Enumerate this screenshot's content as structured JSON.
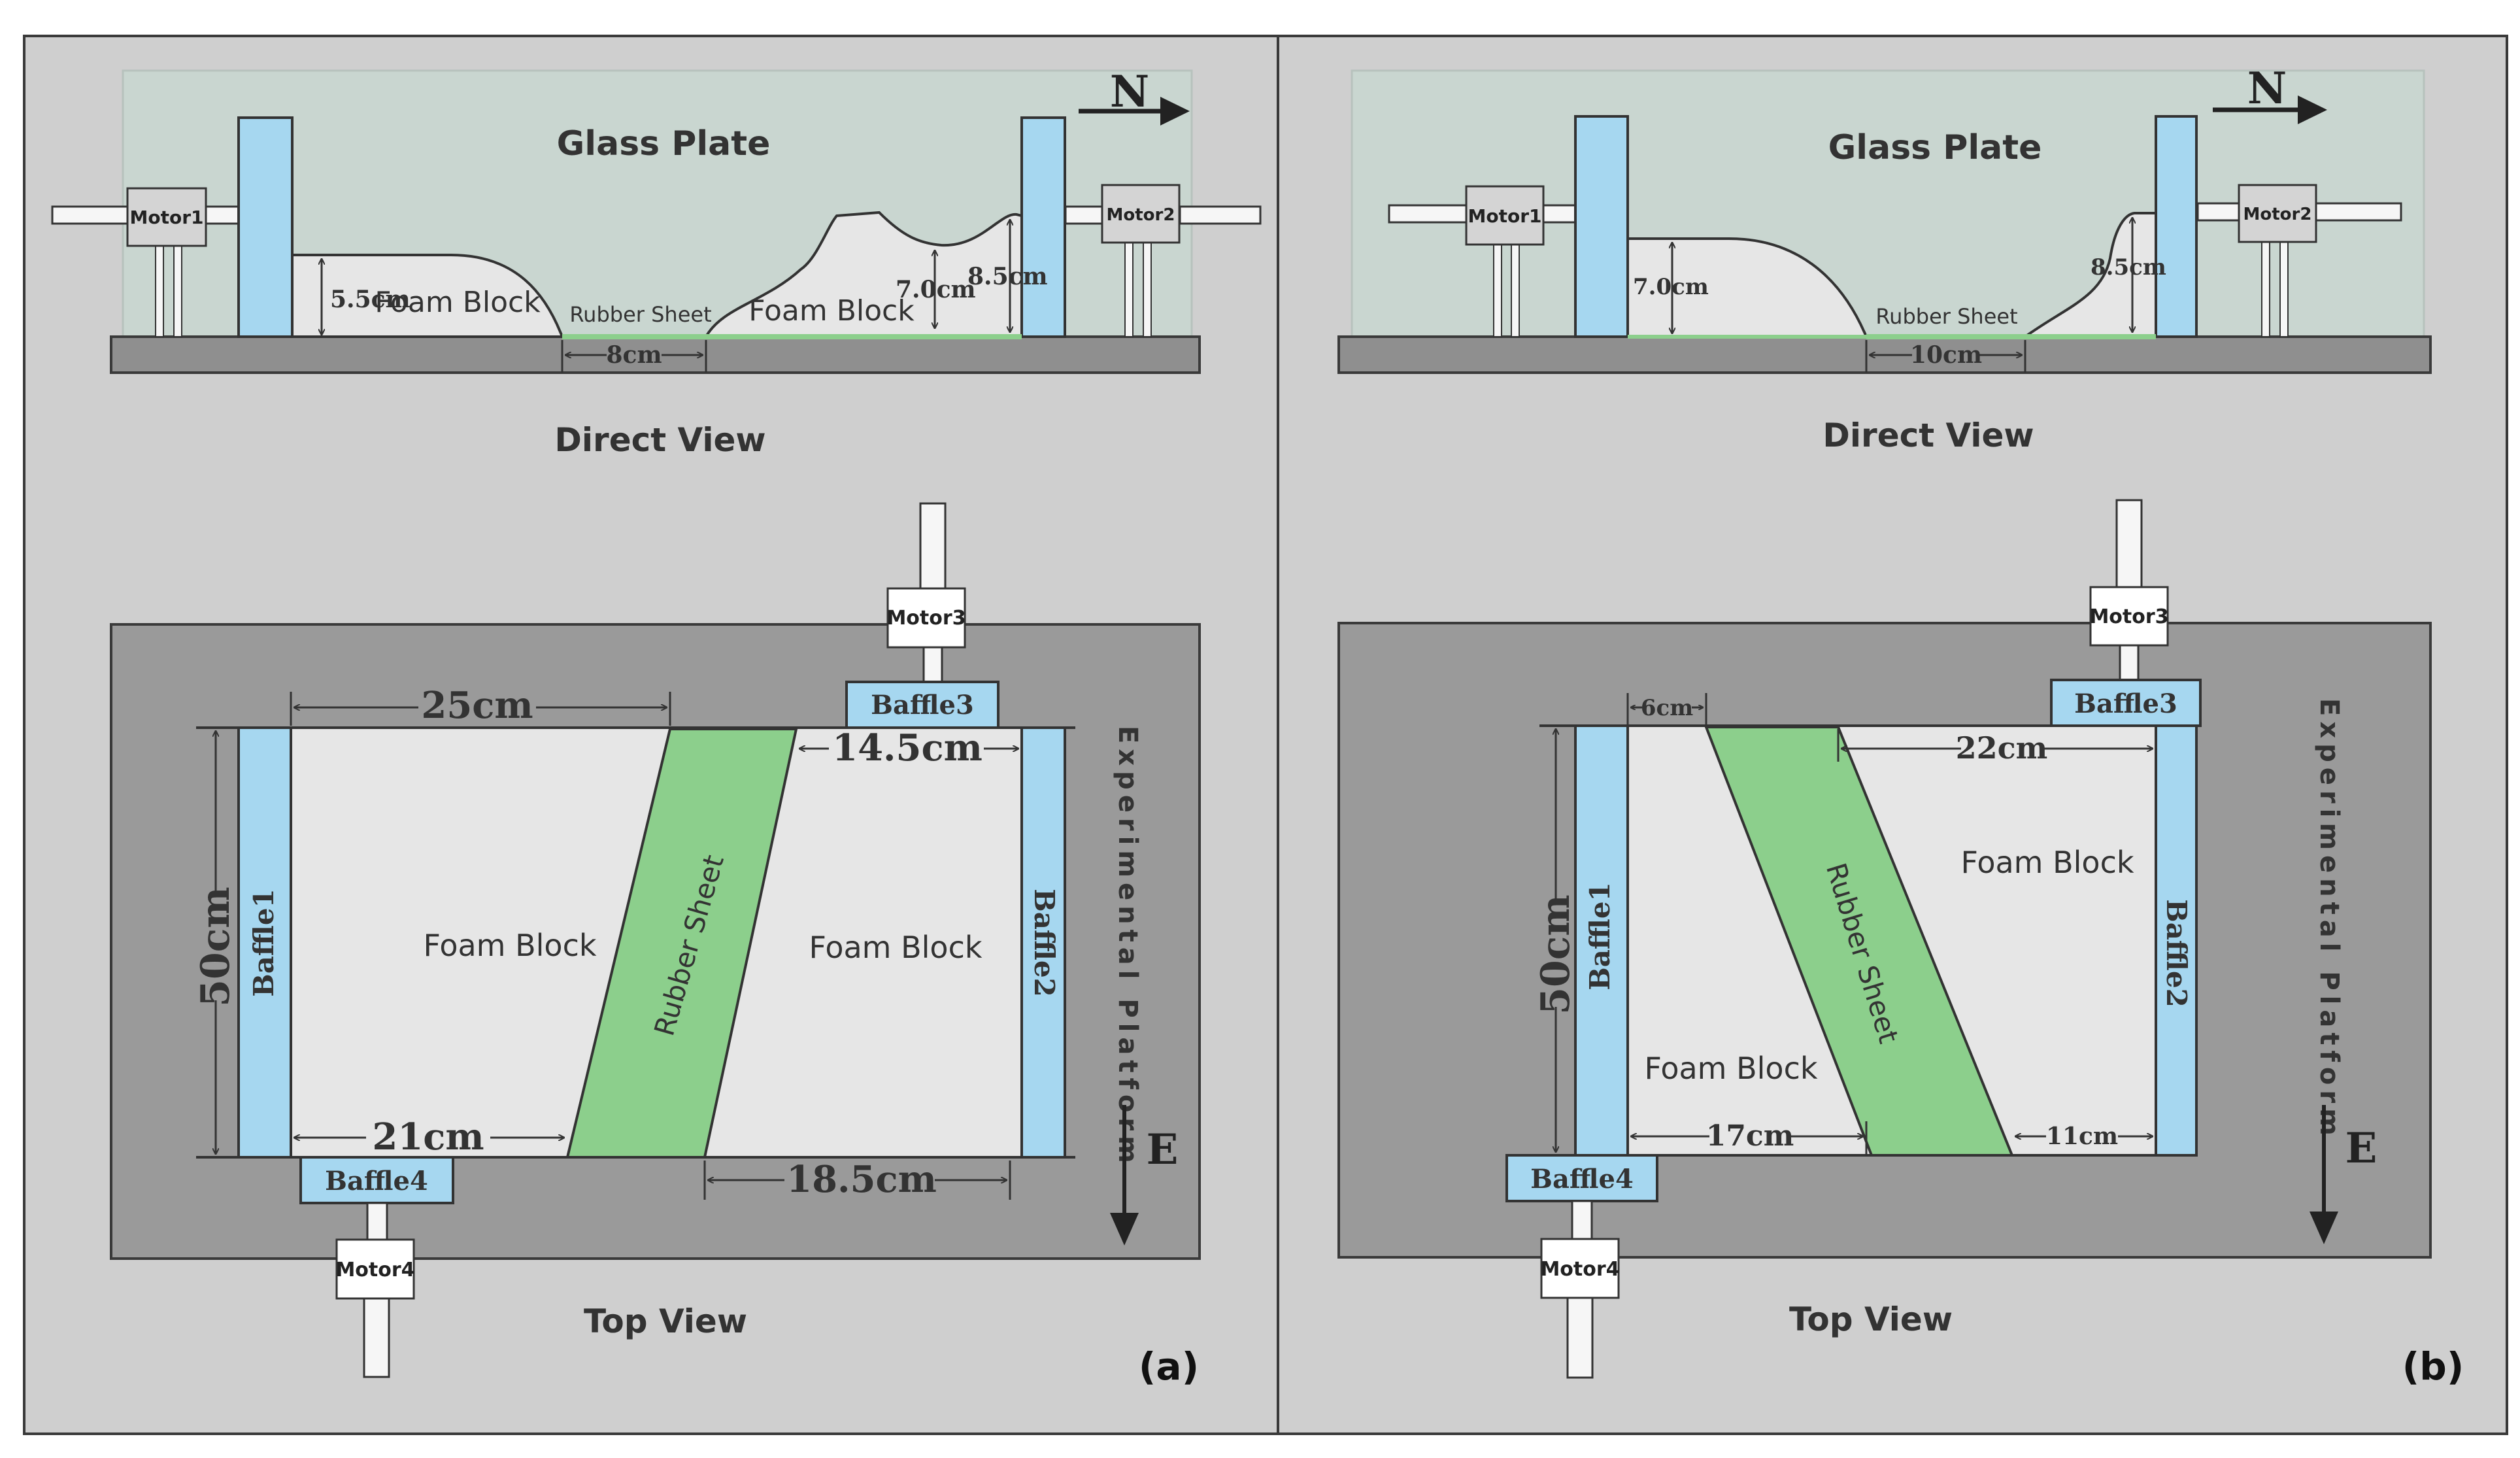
{
  "panel_a": {
    "tag": "(a)",
    "north": "N",
    "direct": {
      "glass_label": "Glass Plate",
      "motor1": "Motor1",
      "motor2": "Motor2",
      "foam_left": "Foam Block",
      "foam_right": "Foam Block",
      "rubber": "Rubber Sheet",
      "dim_left_height": "5.5cm",
      "dim_right_inner": "7.0cm",
      "dim_right_outer": "8.5cm",
      "dim_gap": "8cm",
      "view_label": "Direct View"
    },
    "top": {
      "motor3": "Motor3",
      "motor4": "Motor4",
      "baffle1": "Baffle1",
      "baffle2": "Baffle2",
      "baffle3": "Baffle3",
      "baffle4": "Baffle4",
      "foam_left": "Foam Block",
      "foam_right": "Foam Block",
      "rubber": "Rubber Sheet",
      "dim_top_left": "25cm",
      "dim_top_right": "14.5cm",
      "dim_bottom_left": "21cm",
      "dim_bottom_right": "18.5cm",
      "dim_height": "50cm",
      "platform": "Experimental Platform",
      "east": "E",
      "view_label": "Top View"
    }
  },
  "panel_b": {
    "tag": "(b)",
    "north": "N",
    "direct": {
      "glass_label": "Glass Plate",
      "motor1": "Motor1",
      "motor2": "Motor2",
      "rubber": "Rubber Sheet",
      "dim_left_height": "7.0cm",
      "dim_right_height": "8.5cm",
      "dim_gap": "10cm",
      "view_label": "Direct View"
    },
    "top": {
      "motor3": "Motor3",
      "motor4": "Motor4",
      "baffle1": "Baffle1",
      "baffle2": "Baffle2",
      "baffle3": "Baffle3",
      "baffle4": "Baffle4",
      "foam_upper": "Foam Block",
      "foam_lower": "Foam Block",
      "rubber": "Rubber Sheet",
      "dim_top_left": "6cm",
      "dim_top_right": "22cm",
      "dim_bottom_left": "17cm",
      "dim_bottom_right": "11cm",
      "dim_height": "50cm",
      "platform": "Experimental Platform",
      "east": "E",
      "view_label": "Top View"
    }
  },
  "colors": {
    "panel_bg": "#cfcfcf",
    "glass": "#c9d6d0",
    "foam": "#e6e6e6",
    "platform": "#9a9a9a",
    "baffle": "#a6d7f0",
    "rubber": "#8ccf8c",
    "outline": "#3a3a3a"
  }
}
